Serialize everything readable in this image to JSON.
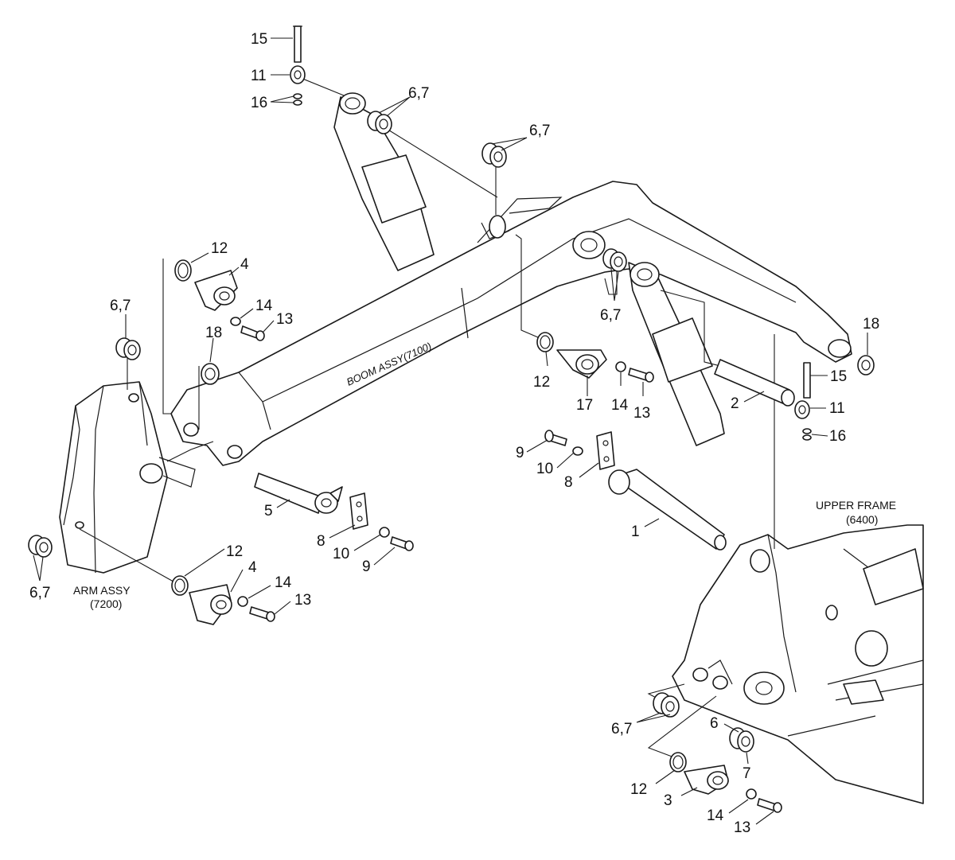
{
  "assemblies": {
    "boom_label": "BOOM ASSY(7100)",
    "arm_label": "ARM ASSY",
    "arm_code": "(7200)",
    "frame_label": "UPPER FRAME",
    "frame_code": "(6400)"
  },
  "callouts": {
    "c15a": "15",
    "c11a": "11",
    "c16a": "16",
    "c67a": "6,7",
    "c67b": "6,7",
    "c12a": "12",
    "c4a": "4",
    "c67c": "6,7",
    "c14a": "14",
    "c13a": "13",
    "c18a": "18",
    "c67d": "6,7",
    "c12b": "12",
    "c17": "17",
    "c14b": "14",
    "c13b": "13",
    "c18b": "18",
    "c15b": "15",
    "c2": "2",
    "c11b": "11",
    "c16b": "16",
    "c9a": "9",
    "c10a": "10",
    "c8a": "8",
    "c1": "1",
    "c5": "5",
    "c8b": "8",
    "c10b": "10",
    "c9b": "9",
    "c67e": "6,7",
    "c12c": "12",
    "c4b": "4",
    "c14c": "14",
    "c13c": "13",
    "c67f": "6,7",
    "c6": "6",
    "c7": "7",
    "c12d": "12",
    "c3": "3",
    "c14d": "14",
    "c13d": "13"
  },
  "icons": [
    "bolt-icon",
    "washer-icon",
    "pin-icon",
    "bushing-icon",
    "plate-icon"
  ]
}
